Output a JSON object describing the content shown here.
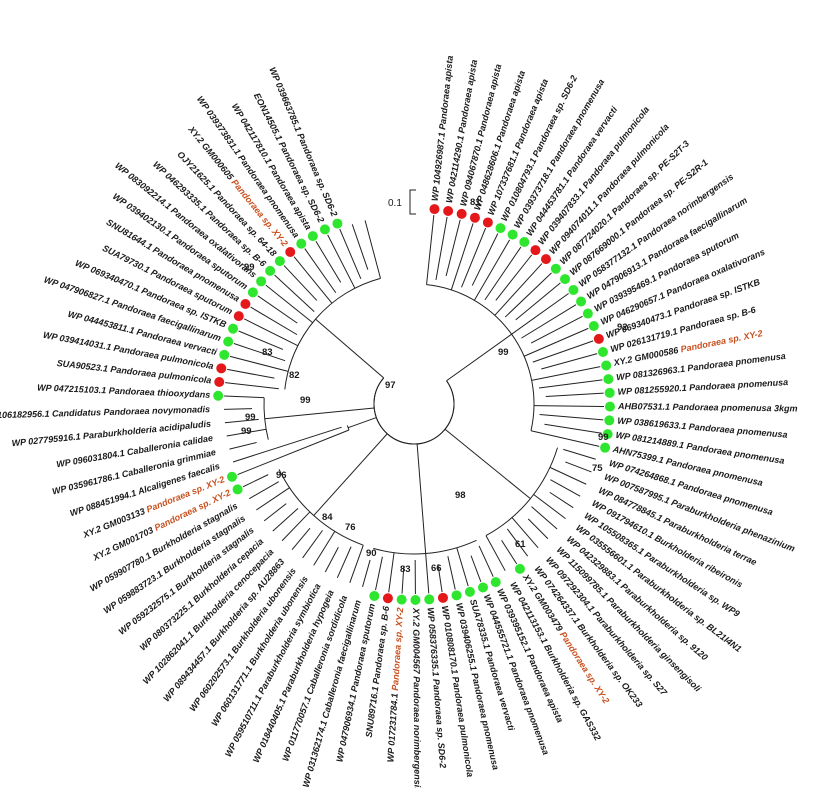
{
  "colors": {
    "red": "#e4171b",
    "green": "#2ee62e",
    "highlight": "#c8501e",
    "line": "#222222"
  },
  "scale_bar": {
    "label": "0.1"
  },
  "bootstrap": [
    "81",
    "99",
    "83",
    "82",
    "99",
    "97",
    "99",
    "99",
    "99",
    "99",
    "75",
    "92",
    "96",
    "98",
    "90",
    "76",
    "84",
    "83",
    "66",
    "61"
  ],
  "leaves": [
    {
      "text": "WP 104926987.1 Pandoraea apista",
      "marker": "red"
    },
    {
      "text": "WP 042114290.1 Pandoraea apista",
      "marker": "red"
    },
    {
      "text": "WP 094067870.1 Pandoraea apista",
      "marker": "red"
    },
    {
      "text": "WP 048628606.1 Pandoraea apista",
      "marker": "red"
    },
    {
      "text": "WP 107337681.1 Pandoraea apista",
      "marker": "red"
    },
    {
      "text": "WP 010804793.1 Pandoraea sp. SD6-2",
      "marker": "green"
    },
    {
      "text": "WP 039373718.1 Pandoraea pnomenusa",
      "marker": "green"
    },
    {
      "text": "WP 044453781.1 Pandoraea vervacti",
      "marker": "green"
    },
    {
      "text": "WP 039407833.1 Pandoraea pulmonicola",
      "marker": "red"
    },
    {
      "text": "WP 094074011.1 Pandoraea pulmonicola",
      "marker": "red"
    },
    {
      "text": "WP 087724020.1 Pandoraea sp. PE-S2T-3",
      "marker": "green"
    },
    {
      "text": "WP 087669000.1 Pandoraea sp. PE-S2R-1",
      "marker": "green"
    },
    {
      "text": "WP 058377132.1 Pandoraea norimbergensis",
      "marker": "green"
    },
    {
      "text": "WP 047906913.1 Pandoraea faecigallinarum",
      "marker": "green"
    },
    {
      "text": "WP 039395469.1 Pandoraea sputorum",
      "marker": "green"
    },
    {
      "text": "WP 046290657.1 Pandoraea oxalativorans",
      "marker": "green"
    },
    {
      "text": "WP 069340473.1 Pandoraea sp. ISTKB",
      "marker": "red"
    },
    {
      "text": "WP 026131719.1 Pandoraea sp. B-6",
      "marker": "green"
    },
    {
      "text": "XY.2 GM000586 Pandoraea sp. XY-2",
      "marker": "green",
      "hl": "Pandoraea sp. XY-2"
    },
    {
      "text": "WP 081326963.1 Pandoraea pnomenusa",
      "marker": "green"
    },
    {
      "text": "WP 081255920.1 Pandoraea pnomenusa",
      "marker": "green"
    },
    {
      "text": "AHB07531.1 Pandoraea pnomenusa 3kgm",
      "marker": "green"
    },
    {
      "text": "WP 038619633.1 Pandoraea pnomenusa",
      "marker": "green"
    },
    {
      "text": "WP 081214889.1 Pandoraea pnomenusa",
      "marker": "green"
    },
    {
      "text": "AHN75399.1 Pandoraea pnomenusa",
      "marker": "green"
    },
    {
      "text": "WP 074264868.1 Pandoraea pnomenusa",
      "marker": "none"
    },
    {
      "text": "WP 007587995.1 Paraburkholderia phenazinium",
      "marker": "none"
    },
    {
      "text": "WP 084778845.1 Paraburkholderia terrae",
      "marker": "none"
    },
    {
      "text": "WP 091794610.1 Burkholderia ribeironis",
      "marker": "none"
    },
    {
      "text": "WP 105508365.1 Paraburkholderia sp. WP9",
      "marker": "none"
    },
    {
      "text": "WP 035556601.1 Paraburkholderia sp. BL21I4N1",
      "marker": "none"
    },
    {
      "text": "WP 042329883.1 Paraburkholderia sp. 9120",
      "marker": "none"
    },
    {
      "text": "WP 115099785.1 Paraburkholderia ginsengisoli",
      "marker": "none"
    },
    {
      "text": "WP 097292304.1 Paraburkholderia sp. S27",
      "marker": "none"
    },
    {
      "text": "WP 074264337.1 Burkholderia sp. OK233",
      "marker": "none"
    },
    {
      "text": "XY.2 GM003479 Pandoraea sp. XY-2",
      "marker": "green",
      "hl": "Pandoraea sp. XY-2"
    },
    {
      "text": "WP 042113153.1 Burkholderia sp. GAS332",
      "marker": "none"
    },
    {
      "text": "WP 039395152.1 Pandoraea apista",
      "marker": "green"
    },
    {
      "text": "WP 044555721.1 Pandoraea pnomenusa",
      "marker": "green"
    },
    {
      "text": "SUA78335.1 Pandoraea vervacti",
      "marker": "green"
    },
    {
      "text": "WP 039406255.1 Pandoraea pnomenusa",
      "marker": "green"
    },
    {
      "text": "WP 010808170.1 Pandoraea pulmonicola",
      "marker": "red"
    },
    {
      "text": "WP 058376335.1 Pandoraea sp. SD6-2",
      "marker": "green"
    },
    {
      "text": "XY.2 GM004567 Pandoraea norimbergensis",
      "marker": "green"
    },
    {
      "text": "WP 017231784.1 Pandoraea sp. XY-2",
      "marker": "green",
      "hl": "Pandoraea sp. XY-2"
    },
    {
      "text": "SNU89716.1 Pandoraea sp. B-6",
      "marker": "red"
    },
    {
      "text": "WP 047906934.1 Pandoraea sputorum",
      "marker": "green"
    },
    {
      "text": "WP 031362174.1 Caballeronia faecigallinarum",
      "marker": "none"
    },
    {
      "text": "WP 011770057.1 Caballeronia sordidicola",
      "marker": "none"
    },
    {
      "text": "WP 018440405.1 Paraburkholderia hypogeia",
      "marker": "none"
    },
    {
      "text": "WP 059510711.1 Paraburkholderia symbiotica",
      "marker": "none"
    },
    {
      "text": "WP 060131771.1 Burkholderia ubonensis",
      "marker": "none"
    },
    {
      "text": "WP 060202573.1 Burkholderia ubonensis",
      "marker": "none"
    },
    {
      "text": "WP 089434457.1 Burkholderia sp. AU28863",
      "marker": "none"
    },
    {
      "text": "WP 102862041.1 Burkholderia cenocepacia",
      "marker": "none"
    },
    {
      "text": "WP 080373225.1 Burkholderia cepacia",
      "marker": "none"
    },
    {
      "text": "WP 059232575.1 Burkholderia stagnalis",
      "marker": "none"
    },
    {
      "text": "WP 059883723.1 Burkholderia stagnalis",
      "marker": "none"
    },
    {
      "text": "WP 059907780.1 Burkholderia stagnalis",
      "marker": "none"
    },
    {
      "text": "XY.2 GM001703 Pandoraea sp. XY-2",
      "marker": "green",
      "hl": "Pandoraea sp. XY-2"
    },
    {
      "text": "XY.2 GM003133 Pandoraea sp. XY-2",
      "marker": "green",
      "hl": "Pandoraea sp. XY-2"
    },
    {
      "text": "WP 088451994.1 Alcaligenes faecalis",
      "marker": "none"
    },
    {
      "text": "WP 035961786.1 Caballeronia grimmiae",
      "marker": "none"
    },
    {
      "text": "WP 096031804.1 Caballeronia calidae",
      "marker": "none"
    },
    {
      "text": "WP 027795916.1 Paraburkholderia acidipaludis",
      "marker": "none"
    },
    {
      "text": "WP 106182956.1 Candidatus Pandoraea novymonadis",
      "marker": "none"
    },
    {
      "text": "WP 047215103.1 Pandoraea thiooxydans",
      "marker": "green"
    },
    {
      "text": "SUA90523.1 Pandoraea pulmonicola",
      "marker": "red"
    },
    {
      "text": "WP 039414031.1 Pandoraea pulmonicola",
      "marker": "red"
    },
    {
      "text": "WP 044453811.1 Pandoraea vervacti",
      "marker": "green"
    },
    {
      "text": "WP 047906827.1 Pandoraea faecigallinarum",
      "marker": "green"
    },
    {
      "text": "WP 069340470.1 Pandoraea sp. ISTKB",
      "marker": "green"
    },
    {
      "text": "SUA79730.1 Pandoraea sputorum",
      "marker": "red"
    },
    {
      "text": "SNU81644.1 Pandoraea pnomenusa",
      "marker": "red"
    },
    {
      "text": "WP 039402130.1 Pandoraea sputorum",
      "marker": "green"
    },
    {
      "text": "WP 083092214.1 Pandoraea oxalativorans",
      "marker": "green"
    },
    {
      "text": "WP 046293335.1 Pandoraea sp. B-6",
      "marker": "green"
    },
    {
      "text": "OJY21625.1 Pandoraea sp. 64-18",
      "marker": "green"
    },
    {
      "text": "XY.2 GM000605 Pandoraea sp. XY-2",
      "marker": "red",
      "hl": "Pandoraea sp. XY-2"
    },
    {
      "text": "WP 039373831.1 Pandoraea pnomenusa",
      "marker": "green"
    },
    {
      "text": "WP 042117810.1 Pandoraea apista",
      "marker": "green"
    },
    {
      "text": "EON14505.1 Pandoraea sp. SD6-2",
      "marker": "green"
    },
    {
      "text": "WP 039663785.1 Pandoraea sp. SD6-2",
      "marker": "green"
    }
  ]
}
